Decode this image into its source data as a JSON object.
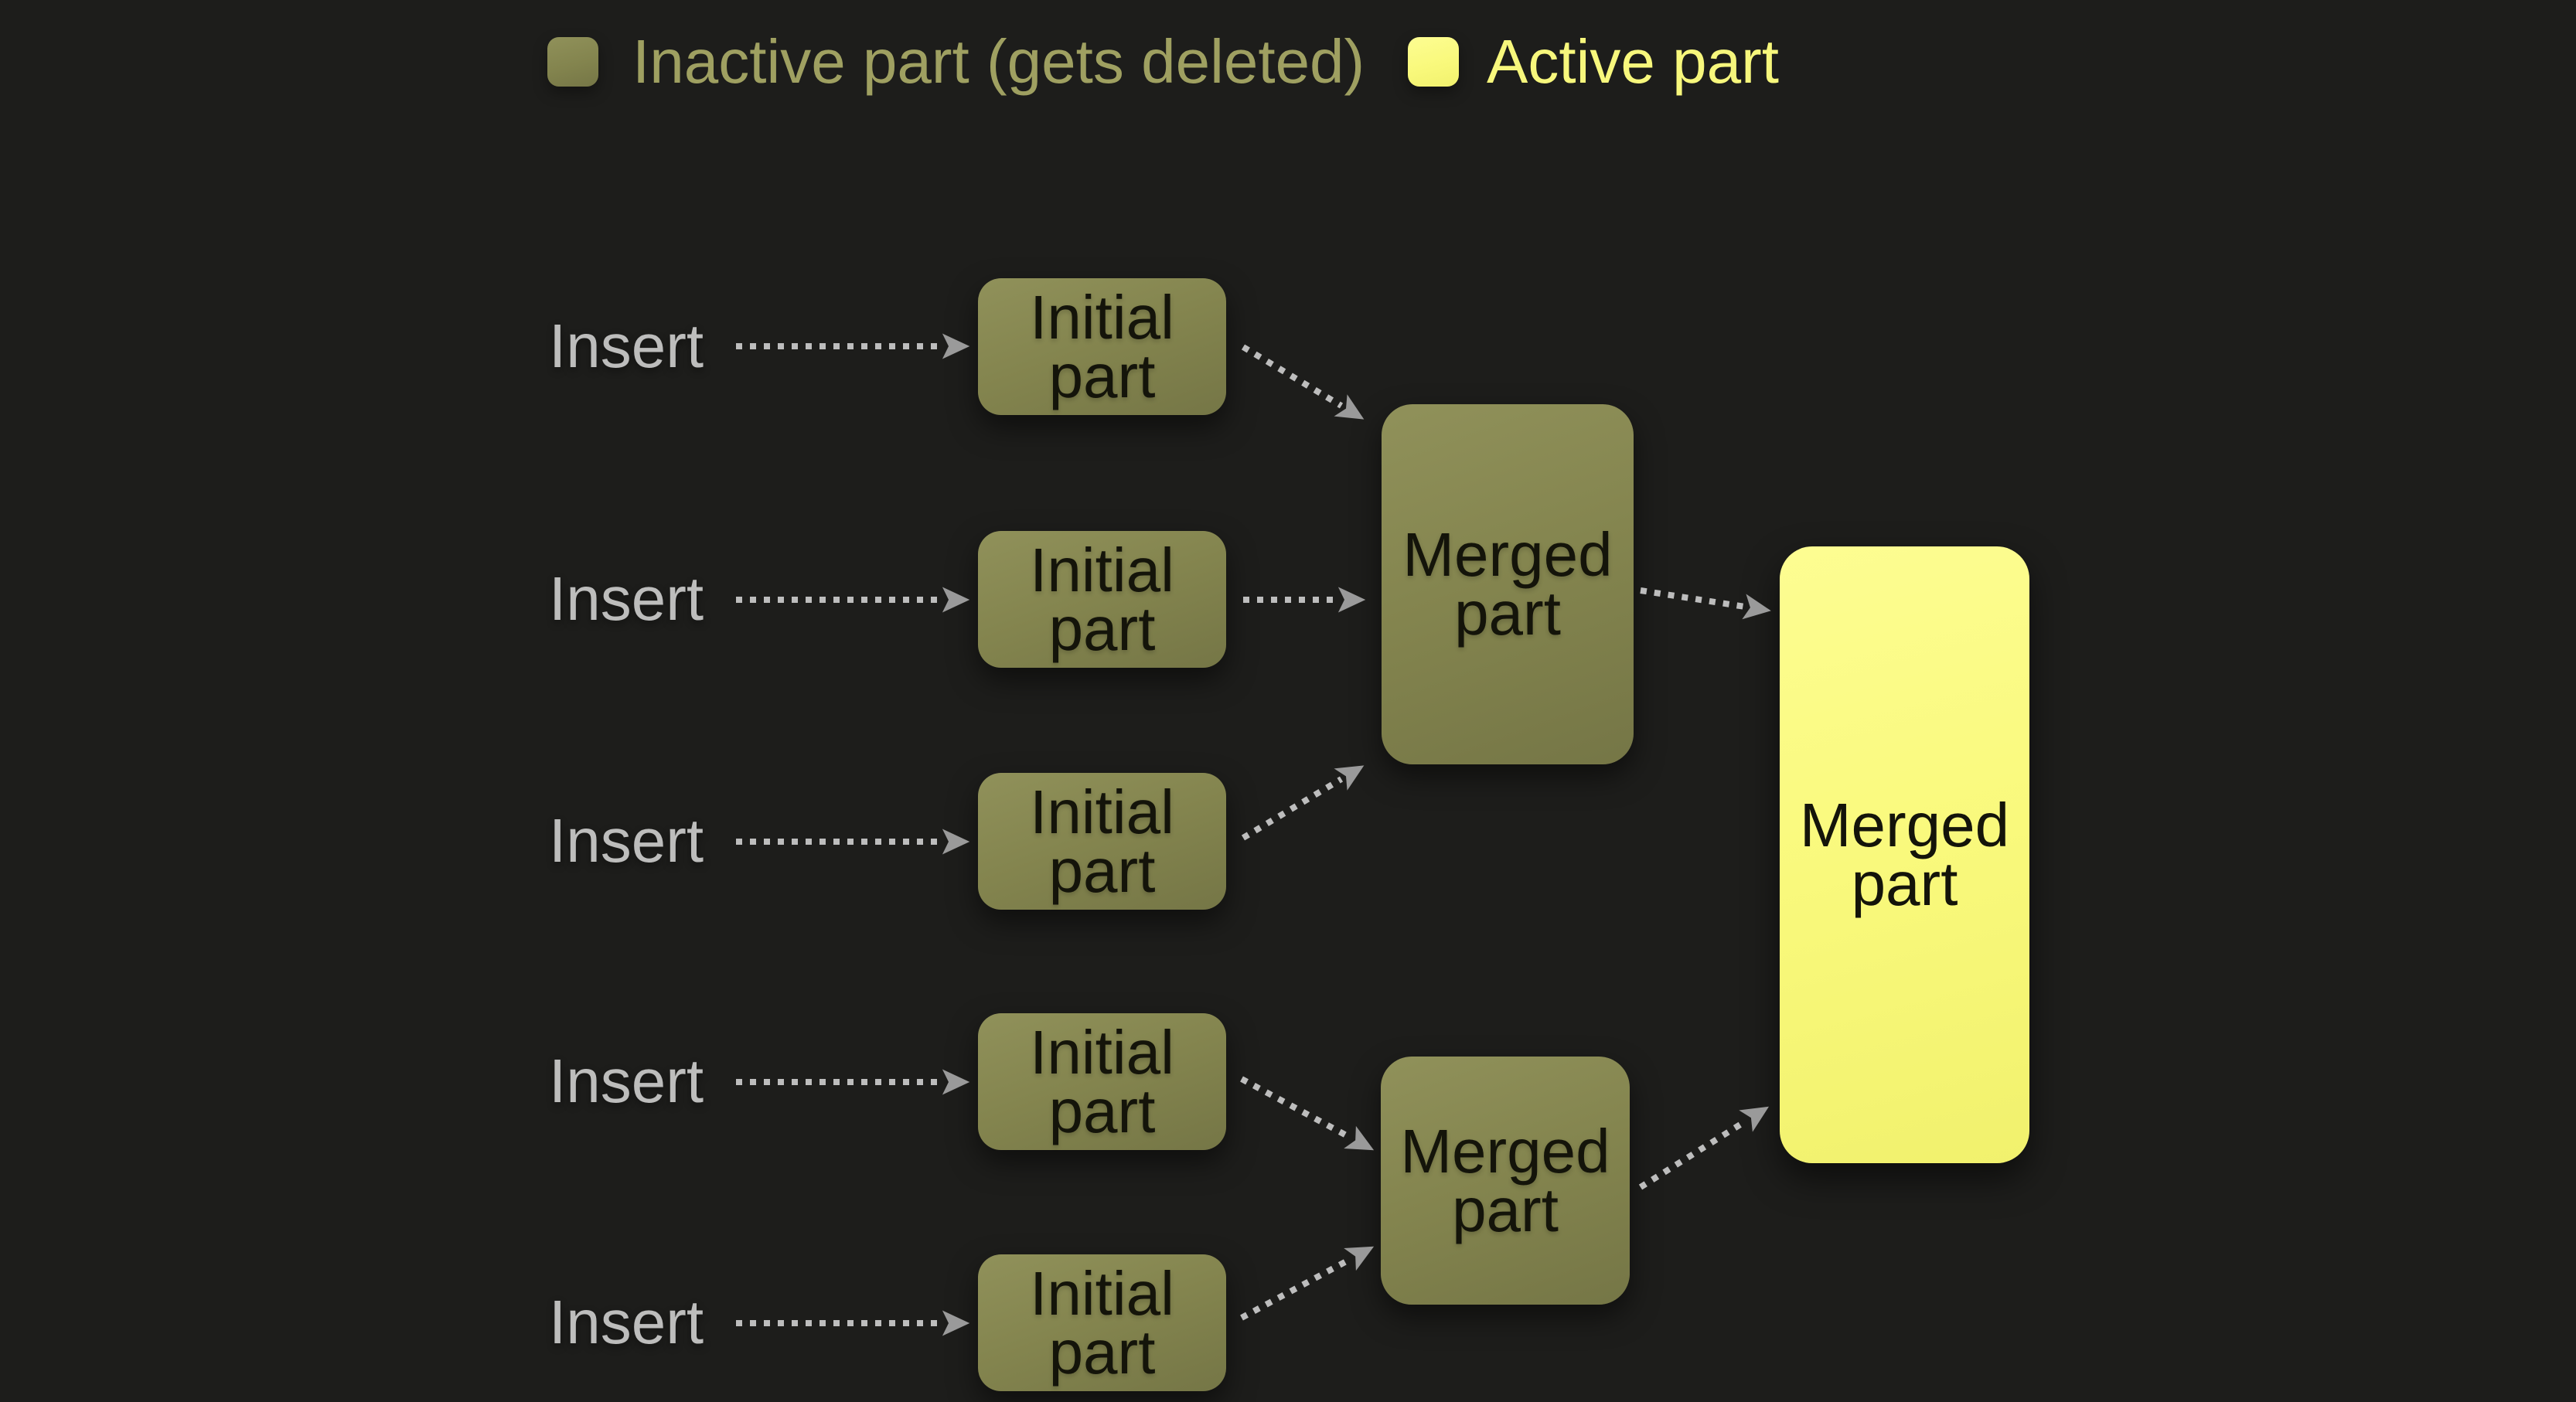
{
  "colors": {
    "background": "#1d1d1b",
    "inactive_fill_light": "#90915a",
    "inactive_fill": "#83844e",
    "inactive_fill_dark": "#757646",
    "active_fill_light": "#fdfd92",
    "active_fill": "#f9f97c",
    "active_fill_dark": "#f1f16d",
    "inactive_text": "#9fa061",
    "active_text": "#f7f77c",
    "insert_text": "#bdbdbc",
    "node_text": "#14140a",
    "arrow_dash": "#bdbdbd",
    "arrow_head": "#9a9a9a"
  },
  "legend": {
    "items": [
      {
        "id": "inactive",
        "label": "Inactive part (gets deleted)"
      },
      {
        "id": "active",
        "label": "Active part"
      }
    ]
  },
  "flow": {
    "sources": [
      {
        "label": "Insert",
        "node": "Initial\npart",
        "state": "inactive"
      },
      {
        "label": "Insert",
        "node": "Initial\npart",
        "state": "inactive"
      },
      {
        "label": "Insert",
        "node": "Initial\npart",
        "state": "inactive"
      },
      {
        "label": "Insert",
        "node": "Initial\npart",
        "state": "inactive"
      },
      {
        "label": "Insert",
        "node": "Initial\npart",
        "state": "inactive"
      }
    ],
    "intermediate": [
      {
        "node": "Merged\npart",
        "state": "inactive",
        "merges_rows": "1-3"
      },
      {
        "node": "Merged\npart",
        "state": "inactive",
        "merges_rows": "4-5"
      }
    ],
    "final": {
      "node": "Merged\npart",
      "state": "active"
    }
  }
}
